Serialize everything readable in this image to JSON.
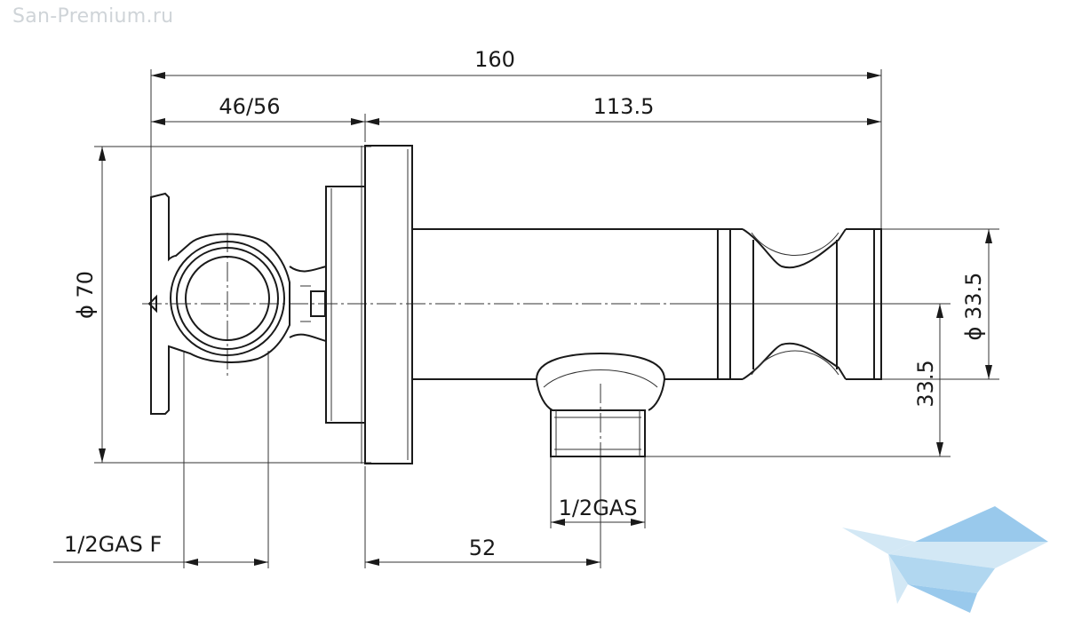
{
  "watermark": "San-Premium.ru",
  "dimensions": {
    "overall_length": "160",
    "handle_depth": "46/56",
    "body_length": "113.5",
    "flange_diameter": "ϕ 70",
    "holder_diameter": "ϕ 33.5",
    "outlet_offset": "33.5",
    "outlet_thread": "1/2GAS",
    "inlet_thread": "1/2GAS F",
    "outlet_distance": "52"
  },
  "colors": {
    "line": "#1a1a1a",
    "watermark_text": "#cfd4d8",
    "logo_light": "#cfe6f5",
    "logo_dark": "#8fc4ea"
  }
}
